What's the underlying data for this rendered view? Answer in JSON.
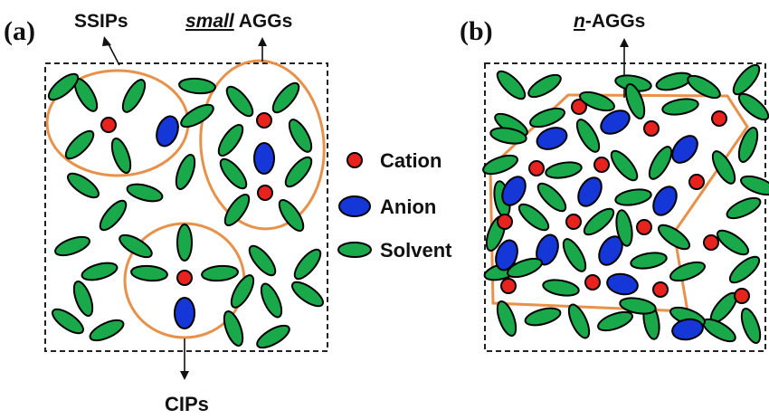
{
  "panel_a": {
    "tag": "(a)",
    "labels": {
      "ssips": "SSIPs",
      "small_emph": "small",
      "aggs": " AGGs",
      "cips": "CIPs"
    }
  },
  "panel_b": {
    "tag": "(b)",
    "labels": {
      "n_emph": "n",
      "aggs": "-AGGs"
    }
  },
  "legend": {
    "cation": "Cation",
    "anion": "Anion",
    "solvent": "Solvent"
  },
  "colors": {
    "cation": "#e8231d",
    "anion": "#1637d8",
    "solvent": "#19a84a",
    "ring": "#e8914a",
    "outline": "#000000"
  }
}
